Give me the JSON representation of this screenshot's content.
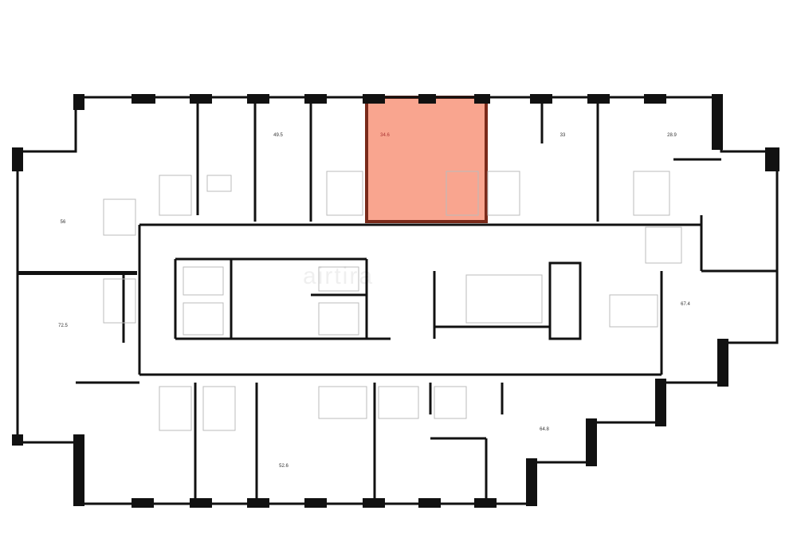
{
  "plan": {
    "highlight_color": "#f9a58f",
    "highlight_border": "#7a2a1a",
    "wall_color": "#111111",
    "watermark": "airtira",
    "apartments": [
      {
        "id": "a1",
        "area": "56",
        "highlighted": false
      },
      {
        "id": "a2",
        "area": "72.5",
        "highlighted": false
      },
      {
        "id": "a3",
        "area": "49.5",
        "highlighted": false
      },
      {
        "id": "a4",
        "area": "34.6",
        "highlighted": true
      },
      {
        "id": "a5",
        "area": "33",
        "highlighted": false
      },
      {
        "id": "a6",
        "area": "28.9",
        "highlighted": false
      },
      {
        "id": "a7",
        "area": "67.4",
        "highlighted": false
      },
      {
        "id": "a8",
        "area": "64.8",
        "highlighted": false
      },
      {
        "id": "a9",
        "area": "52.6",
        "highlighted": false
      }
    ]
  }
}
